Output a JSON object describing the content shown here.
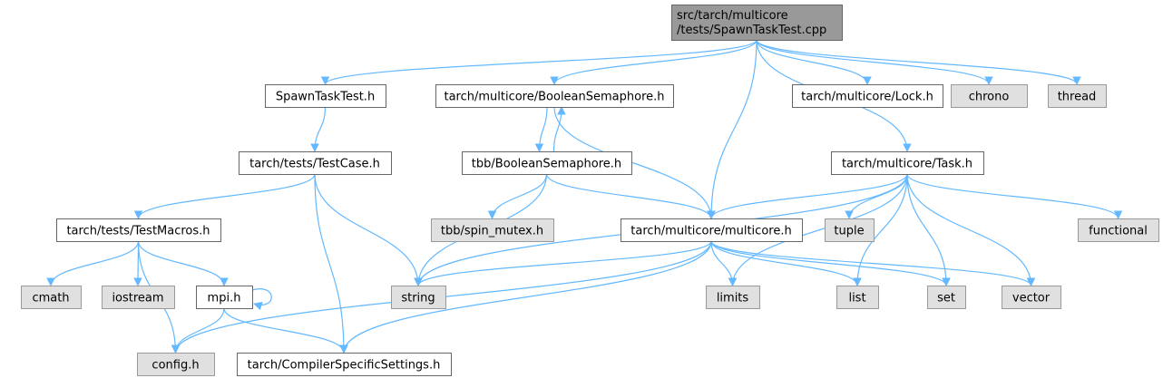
{
  "graph": {
    "title": "src/tarch/multicore/tests/SpawnTaskTest.cpp",
    "colors": {
      "root_fill": "#999999",
      "root_stroke": "#666666",
      "node_fill": "#ffffff",
      "node_stroke": "#666666",
      "external_fill": "#e0e0e0",
      "external_stroke": "#999999",
      "edge": "#63b8ff"
    },
    "nodes": [
      {
        "id": "root",
        "kind": "root",
        "lines": [
          "src/tarch/multicore",
          "/tests/SpawnTaskTest.cpp"
        ]
      },
      {
        "id": "spawntasktest_h",
        "kind": "file",
        "lines": [
          "SpawnTaskTest.h"
        ]
      },
      {
        "id": "booleansemaphore_h",
        "kind": "file",
        "lines": [
          "tarch/multicore/BooleanSemaphore.h"
        ]
      },
      {
        "id": "lock_h",
        "kind": "file",
        "lines": [
          "tarch/multicore/Lock.h"
        ]
      },
      {
        "id": "chrono",
        "kind": "external",
        "lines": [
          "chrono"
        ]
      },
      {
        "id": "thread",
        "kind": "external",
        "lines": [
          "thread"
        ]
      },
      {
        "id": "testcase_h",
        "kind": "file",
        "lines": [
          "tarch/tests/TestCase.h"
        ]
      },
      {
        "id": "tbb_booleansemaphore_h",
        "kind": "file",
        "lines": [
          "tbb/BooleanSemaphore.h"
        ]
      },
      {
        "id": "task_h",
        "kind": "file",
        "lines": [
          "tarch/multicore/Task.h"
        ]
      },
      {
        "id": "testmacros_h",
        "kind": "file",
        "lines": [
          "tarch/tests/TestMacros.h"
        ]
      },
      {
        "id": "spin_mutex_h",
        "kind": "external",
        "lines": [
          "tbb/spin_mutex.h"
        ]
      },
      {
        "id": "multicore_h",
        "kind": "file",
        "lines": [
          "tarch/multicore/multicore.h"
        ]
      },
      {
        "id": "tuple",
        "kind": "external",
        "lines": [
          "tuple"
        ]
      },
      {
        "id": "functional",
        "kind": "external",
        "lines": [
          "functional"
        ]
      },
      {
        "id": "cmath",
        "kind": "external",
        "lines": [
          "cmath"
        ]
      },
      {
        "id": "iostream",
        "kind": "external",
        "lines": [
          "iostream"
        ]
      },
      {
        "id": "mpi_h",
        "kind": "file",
        "lines": [
          "mpi.h"
        ]
      },
      {
        "id": "string",
        "kind": "external",
        "lines": [
          "string"
        ]
      },
      {
        "id": "limits",
        "kind": "external",
        "lines": [
          "limits"
        ]
      },
      {
        "id": "list",
        "kind": "external",
        "lines": [
          "list"
        ]
      },
      {
        "id": "set",
        "kind": "external",
        "lines": [
          "set"
        ]
      },
      {
        "id": "vector",
        "kind": "external",
        "lines": [
          "vector"
        ]
      },
      {
        "id": "config_h",
        "kind": "external",
        "lines": [
          "config.h"
        ]
      },
      {
        "id": "compilerspecific_h",
        "kind": "file",
        "lines": [
          "tarch/CompilerSpecificSettings.h"
        ]
      }
    ],
    "edges": [
      [
        "root",
        "spawntasktest_h"
      ],
      [
        "root",
        "booleansemaphore_h"
      ],
      [
        "root",
        "lock_h"
      ],
      [
        "root",
        "chrono"
      ],
      [
        "root",
        "thread"
      ],
      [
        "root",
        "task_h"
      ],
      [
        "root",
        "multicore_h"
      ],
      [
        "spawntasktest_h",
        "testcase_h"
      ],
      [
        "testcase_h",
        "testmacros_h"
      ],
      [
        "testcase_h",
        "string"
      ],
      [
        "testcase_h",
        "compilerspecific_h"
      ],
      [
        "testmacros_h",
        "cmath"
      ],
      [
        "testmacros_h",
        "iostream"
      ],
      [
        "testmacros_h",
        "mpi_h"
      ],
      [
        "testmacros_h",
        "config_h"
      ],
      [
        "mpi_h",
        "mpi_h"
      ],
      [
        "mpi_h",
        "config_h"
      ],
      [
        "mpi_h",
        "compilerspecific_h"
      ],
      [
        "booleansemaphore_h",
        "tbb_booleansemaphore_h"
      ],
      [
        "tbb_booleansemaphore_h",
        "booleansemaphore_h"
      ],
      [
        "booleansemaphore_h",
        "multicore_h"
      ],
      [
        "tbb_booleansemaphore_h",
        "spin_mutex_h"
      ],
      [
        "tbb_booleansemaphore_h",
        "string"
      ],
      [
        "tbb_booleansemaphore_h",
        "multicore_h"
      ],
      [
        "task_h",
        "multicore_h"
      ],
      [
        "task_h",
        "string"
      ],
      [
        "task_h",
        "tuple"
      ],
      [
        "task_h",
        "functional"
      ],
      [
        "task_h",
        "limits"
      ],
      [
        "task_h",
        "list"
      ],
      [
        "task_h",
        "set"
      ],
      [
        "task_h",
        "vector"
      ],
      [
        "multicore_h",
        "string"
      ],
      [
        "multicore_h",
        "limits"
      ],
      [
        "multicore_h",
        "list"
      ],
      [
        "multicore_h",
        "set"
      ],
      [
        "multicore_h",
        "vector"
      ],
      [
        "multicore_h",
        "config_h"
      ],
      [
        "multicore_h",
        "compilerspecific_h"
      ]
    ]
  }
}
